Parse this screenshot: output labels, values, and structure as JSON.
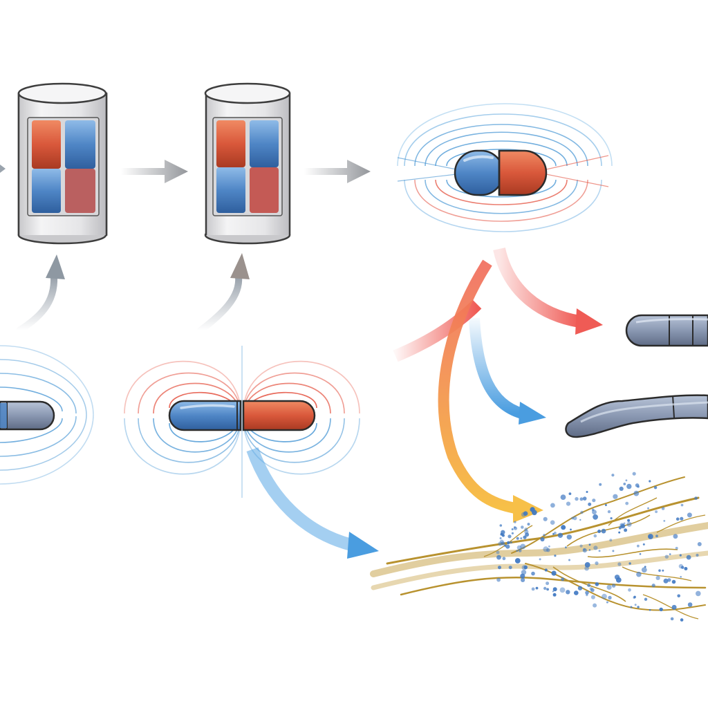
{
  "colors": {
    "background": "#ffffff",
    "north_red": "#d9583b",
    "south_blue": "#4f86c6",
    "field_red": "#e4513f",
    "field_blue": "#3f8fd0",
    "container_gray": "#e4e4e6",
    "rod_gray": "#8c9ab4",
    "fiber_gold": "#c9a650",
    "particle_blue": "#3f78c2",
    "arrow_gray": "#8e9196"
  },
  "diagram": {
    "containers": [
      "container-1",
      "container-2"
    ],
    "magnets": [
      "magnet-stage-1",
      "magnet-stage-2",
      "magnet-stage-3"
    ],
    "outputs": [
      "straight-rod",
      "bent-rod",
      "branching-fibers"
    ],
    "arrow_colors": [
      "gray",
      "red",
      "blue",
      "orange"
    ]
  }
}
